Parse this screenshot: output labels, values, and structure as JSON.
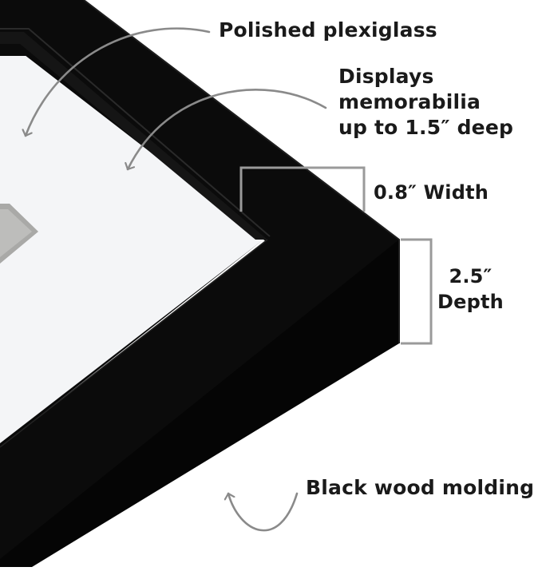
{
  "annotations": {
    "plexiglass": "Polished plexiglass",
    "displays_line1": "Displays",
    "displays_line2": "memorabilia",
    "displays_line3": "up to 1.5″ deep",
    "width": "0.8″ Width",
    "depth_line1": "2.5″",
    "depth_line2": "Depth",
    "molding": "Black wood molding"
  },
  "colors": {
    "frame": "#0a0a0a",
    "mat": "#f4f5f7",
    "inner_mat": "#e9ebee",
    "arrow": "#8a8a8a",
    "dimension_line": "#9a9a9a",
    "text": "#1a1a1a"
  },
  "icons": [
    "curved-arrow-icon",
    "dimension-bracket-icon"
  ]
}
